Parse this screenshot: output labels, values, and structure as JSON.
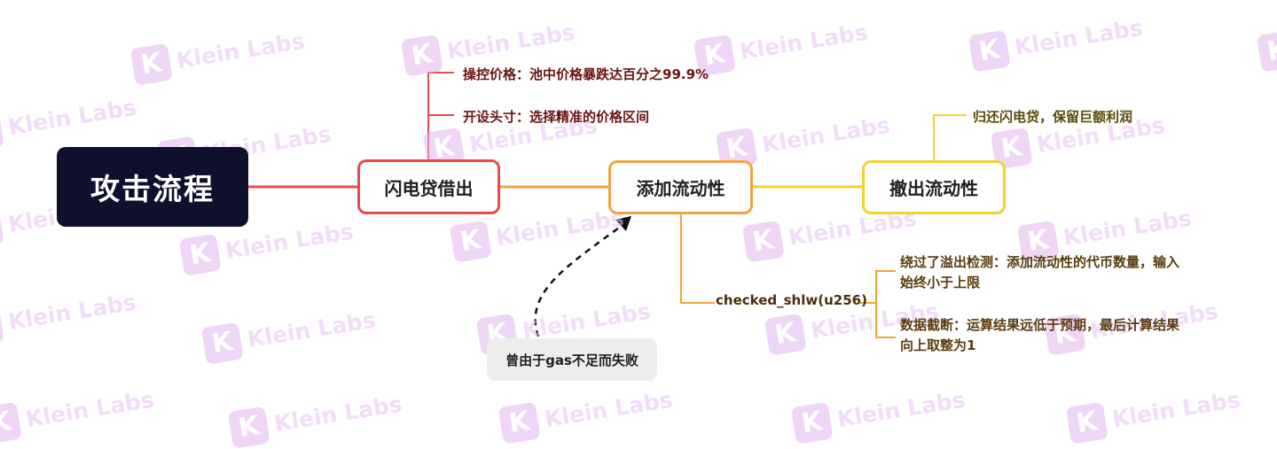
{
  "watermark": {
    "logo_letter": "K",
    "text": "Klein Labs"
  },
  "mindmap": {
    "root": "攻击流程",
    "nodes": {
      "flash_loan": "闪电贷借出",
      "add_liquidity": "添加流动性",
      "remove_liquidity": "撤出流动性"
    },
    "flash_loan_children": {
      "manipulate_price": "操控价格：池中价格暴跌达百分之99.9%",
      "open_position": "开设头寸：选择精准的价格区间"
    },
    "remove_children": {
      "repay": "归还闪电贷，保留巨额利润"
    },
    "add_children": {
      "checked": "checked_shlw(u256)"
    },
    "checked_children": {
      "bypass_line1": "绕过了溢出检测：添加流动性的代币数量，输入",
      "bypass_line2": "始终小于上限",
      "truncate_line1": "数据截断：运算结果远低于预期，最后计算结果",
      "truncate_line2": "向上取整为1"
    },
    "note": "曾由于gas不足而失败"
  },
  "colors": {
    "red": "#ea4a4a",
    "orange": "#f2a33f",
    "yellow": "#f0d331",
    "root_bg": "#0f0f2e"
  }
}
